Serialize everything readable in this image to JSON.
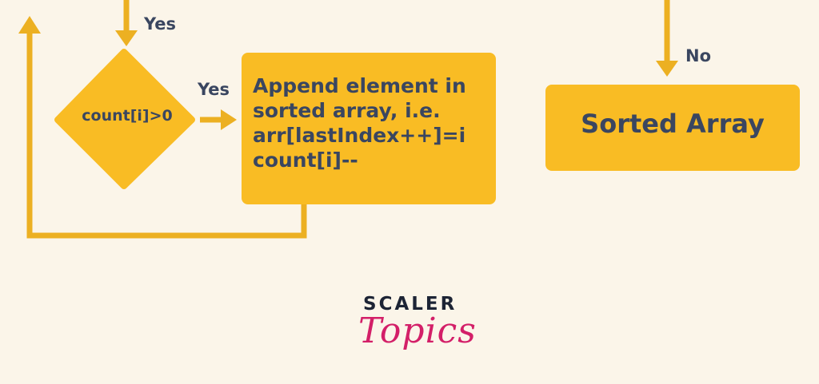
{
  "colors": {
    "background": "#fbf5e9",
    "node_fill": "#f9bc24",
    "connector": "#ecb022",
    "text": "#3a4660",
    "brand_dark": "#1d2435",
    "brand_pink": "#d31f68"
  },
  "nodes": {
    "decision": {
      "text": "count[i]>0",
      "shape": "diamond"
    },
    "append": {
      "text": "Append element in\nsorted array, i.e.\narr[lastIndex++]=i\ncount[i]--",
      "shape": "rounded-rectangle"
    },
    "sorted": {
      "text": "Sorted Array",
      "shape": "rounded-rectangle"
    }
  },
  "edges": {
    "into_decision": {
      "label": "Yes"
    },
    "decision_to_append": {
      "label": "Yes"
    },
    "into_sorted": {
      "label": "No"
    },
    "loop_back": {
      "label": ""
    }
  },
  "logo": {
    "line1": "SCALER",
    "line2": "Topics"
  }
}
